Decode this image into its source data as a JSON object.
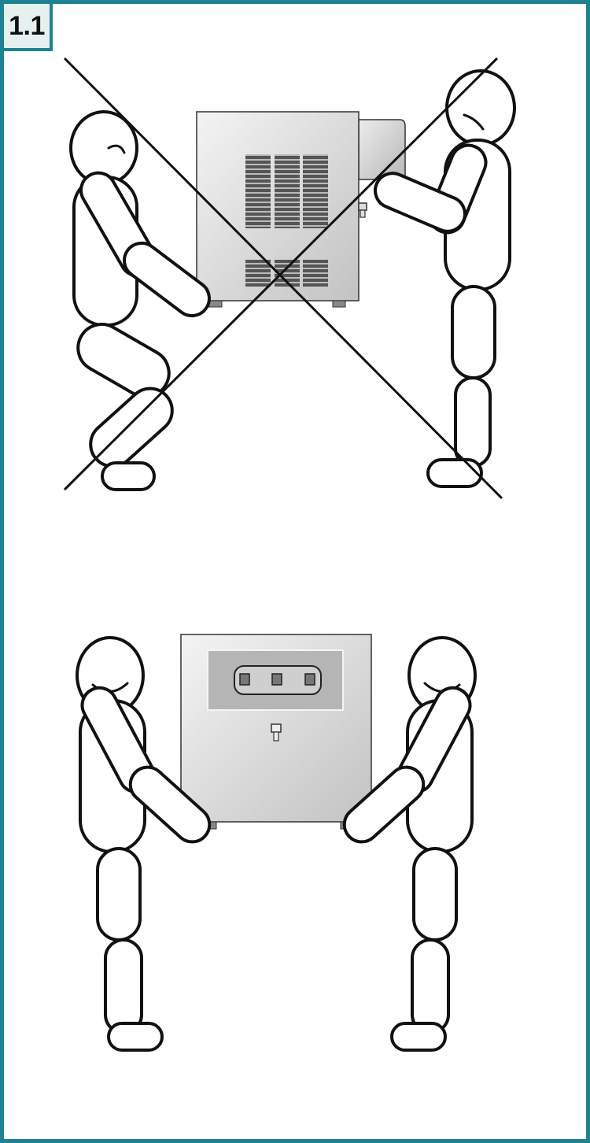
{
  "figure": {
    "number": "1.1"
  },
  "panels": [
    {
      "name": "incorrect-lifting",
      "marked_wrong": true
    },
    {
      "name": "correct-lifting",
      "marked_wrong": false
    }
  ],
  "colors": {
    "frame": "#1f8290",
    "badge_bg": "#e6f1ef",
    "outline": "#111111",
    "device_light": "#f2f2f2",
    "device_dark": "#c4c4c4"
  }
}
